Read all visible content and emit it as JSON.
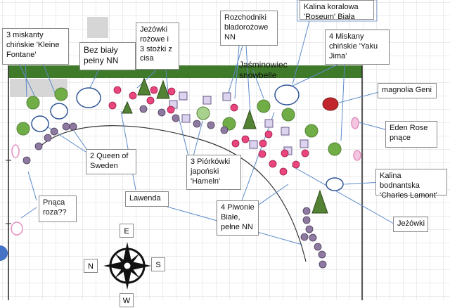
{
  "labels": {
    "miskanty_kleine": "3 miskanty\nchińskie 'Kleine\nFontane'",
    "bez_bialy": "Bez biały\npełny NN",
    "jezowki_rozowe": "Jeżówki\nrożowe  i\n3 stożki z\ncisa",
    "rozchodniki": "Rozchodniki\nbladorożowe\nNN",
    "kalina_koralowa": "Kalina koralowa\n'Roseum' Biała",
    "miskany_yaku": "4 Miskany\nchińskie 'Yaku\nJima'",
    "jasminowiec": "Jaśminowiec\nsnowbelle",
    "magnolia": "magnolia Geni",
    "eden_rose": "Eden Rose\npnące",
    "queen_sweden": "2 Queen of\nSweden",
    "piorkowki": "3 Piórkówki\njapoński\n'Hameln'",
    "lawenda": "Lawenda",
    "pnaca_roza": "Pnąca\nroza??",
    "piwonie": "4 Piwonie\nBiałe,\npełne NN",
    "kalina_bodnantska": "Kalina bodnantska\n'Charles Lamont'",
    "jezowki": "Jeżówki"
  },
  "compass": {
    "e": "E",
    "n": "N",
    "s": "S",
    "w": "W"
  },
  "colors": {
    "hedge": "#3f7a2a",
    "green_shrub": "#70ad47",
    "pink_flower": "#e8467c",
    "lavender": "#8e7aa0",
    "lilac_square": "#dcd3ee",
    "magnolia": "#c0262c",
    "grid": "#d9d9d9",
    "path_line": "#222222"
  }
}
